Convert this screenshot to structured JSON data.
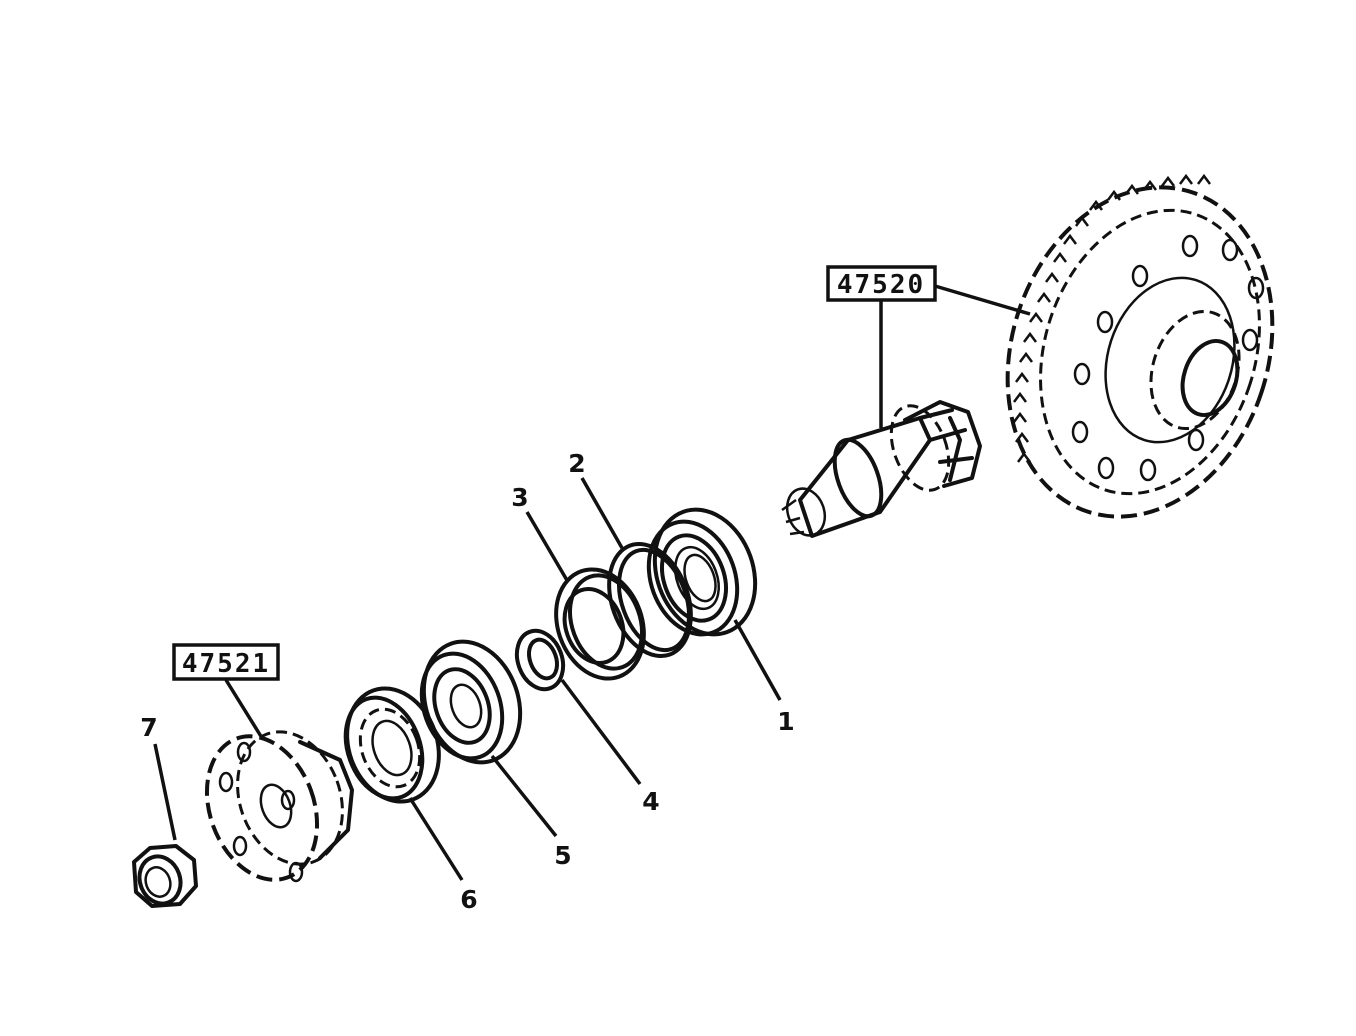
{
  "reference_boxes": [
    {
      "text": "47520"
    },
    {
      "text": "47521"
    }
  ],
  "callouts": [
    {
      "number": "1"
    },
    {
      "number": "2"
    },
    {
      "number": "3"
    },
    {
      "number": "4"
    },
    {
      "number": "5"
    },
    {
      "number": "6"
    },
    {
      "number": "7"
    }
  ]
}
